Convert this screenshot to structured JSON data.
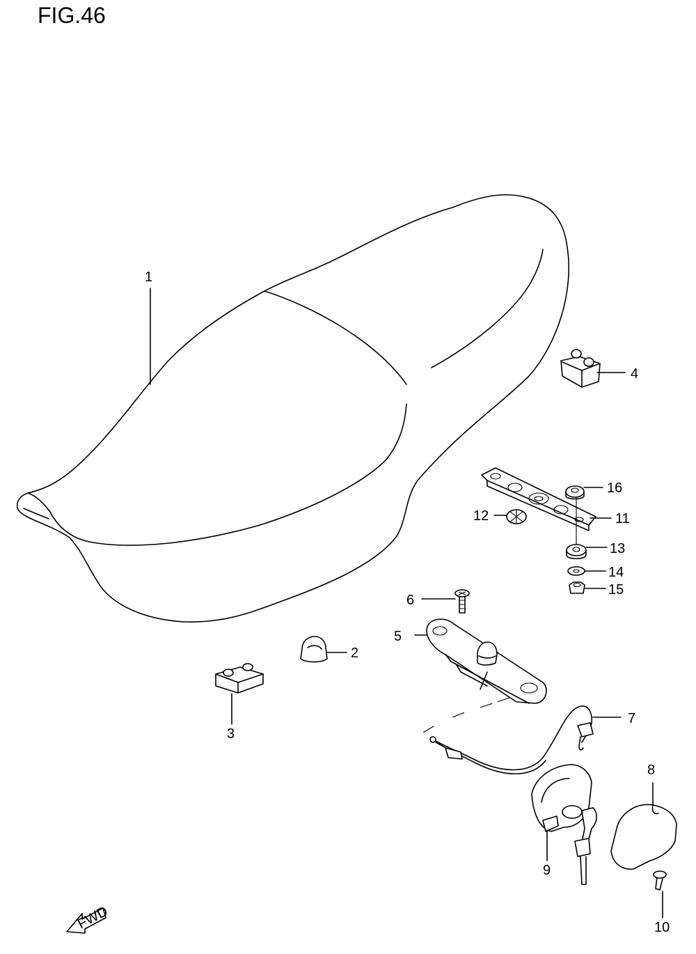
{
  "figure": {
    "title": "FIG.46"
  },
  "callouts": [
    {
      "id": "1",
      "label": "1"
    },
    {
      "id": "2",
      "label": "2"
    },
    {
      "id": "3",
      "label": "3"
    },
    {
      "id": "4",
      "label": "4"
    },
    {
      "id": "5",
      "label": "5"
    },
    {
      "id": "6",
      "label": "6"
    },
    {
      "id": "7",
      "label": "7"
    },
    {
      "id": "8",
      "label": "8"
    },
    {
      "id": "9",
      "label": "9"
    },
    {
      "id": "10",
      "label": "10"
    },
    {
      "id": "11",
      "label": "11"
    },
    {
      "id": "12",
      "label": "12"
    },
    {
      "id": "13",
      "label": "13"
    },
    {
      "id": "14",
      "label": "14"
    },
    {
      "id": "15",
      "label": "15"
    },
    {
      "id": "16",
      "label": "16"
    }
  ],
  "direction_marker": {
    "label": "FWD"
  }
}
